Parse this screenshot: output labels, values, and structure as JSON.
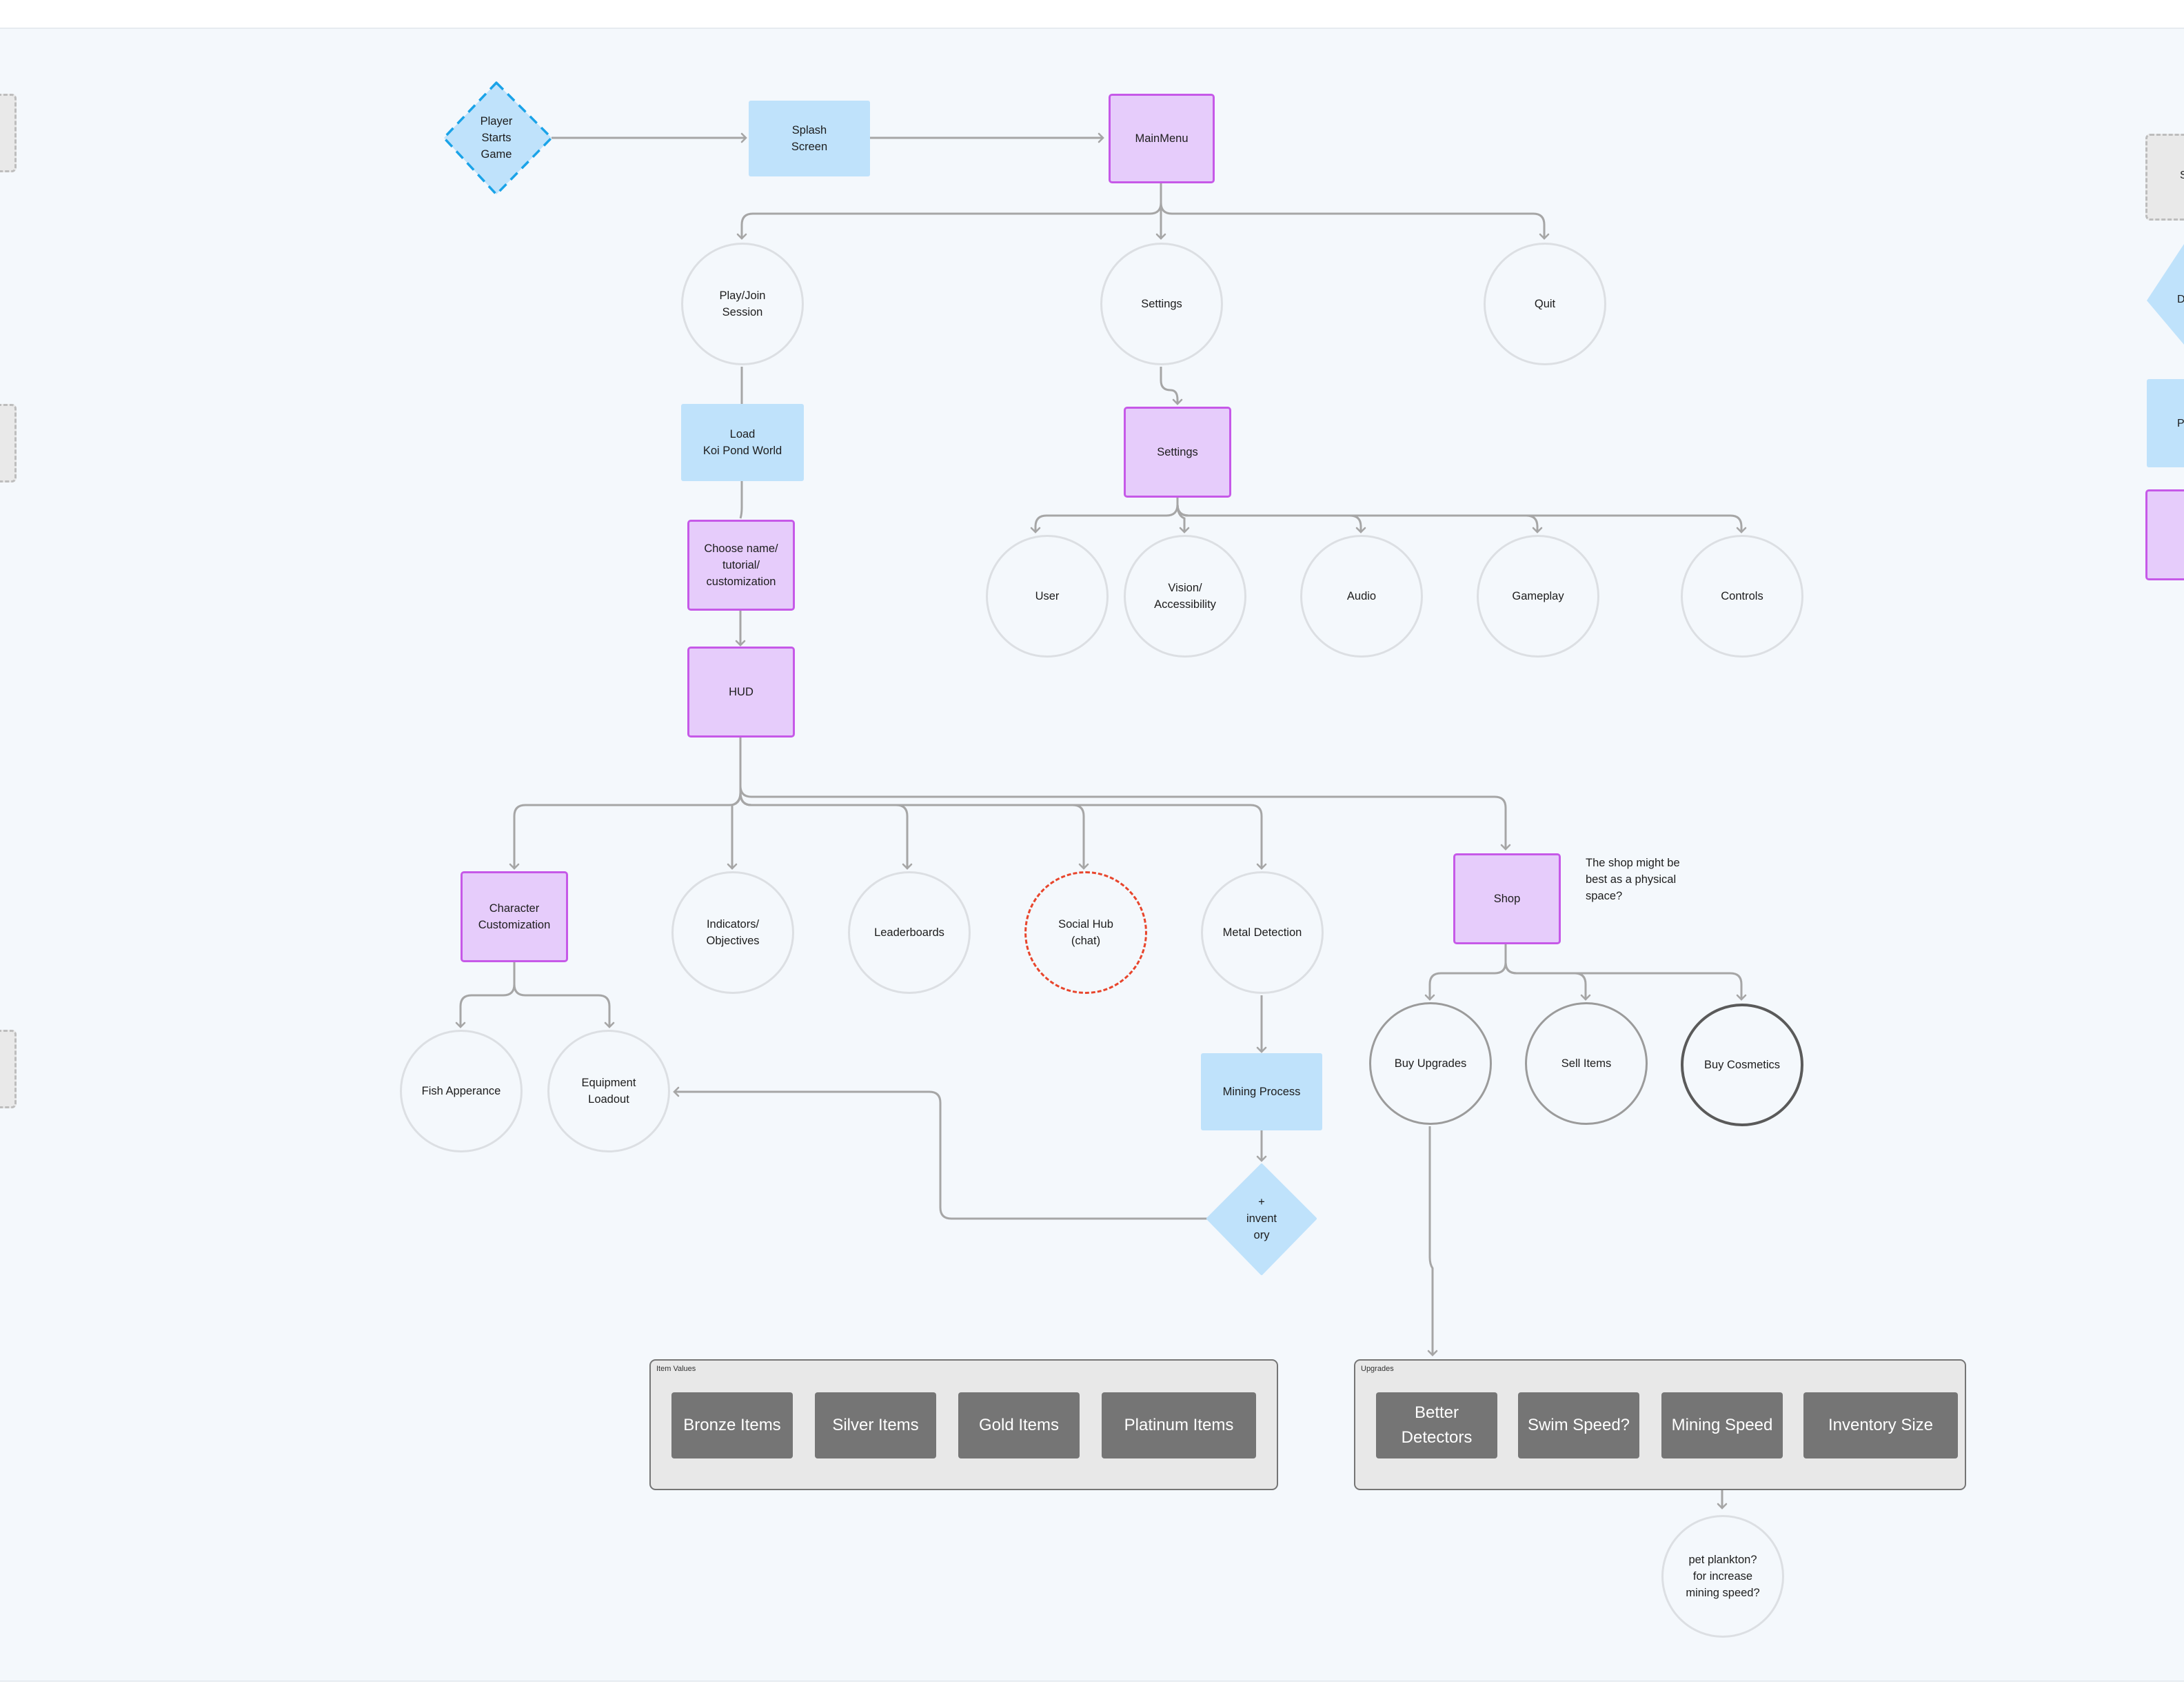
{
  "nodes": {
    "player_starts": "Player\nStarts\nGame",
    "splash": "Splash\nScreen",
    "mainmenu": "MainMenu",
    "play_join": "Play/Join\nSession",
    "settings_circle": "Settings",
    "quit": "Quit",
    "load_world": "Load\nKoi Pond World",
    "settings_box": "Settings",
    "user": "User",
    "vision": "Vision/\nAccessibility",
    "audio": "Audio",
    "gameplay": "Gameplay",
    "controls": "Controls",
    "choose_name": "Choose name/\ntutorial/\ncustomization",
    "hud": "HUD",
    "char_custom": "Character\nCustomization",
    "indicators": "Indicators/\nObjectives",
    "leaderboards": "Leaderboards",
    "social_hub": "Social Hub\n(chat)",
    "metal_detection": "Metal Detection",
    "shop": "Shop",
    "fish_appearance": "Fish Apperance",
    "equipment": "Equipment\nLoadout",
    "mining_process": "Mining Process",
    "inventory": "+\ninvent\nory",
    "buy_upgrades": "Buy Upgrades",
    "sell_items": "Sell Items",
    "buy_cosmetics": "Buy Cosmetics",
    "pet_plankton": "pet plankton?\nfor increase\nmining speed?"
  },
  "notes": {
    "shop_note": "The shop might be\nbest as a physical\nspace?"
  },
  "groups": {
    "item_values": {
      "label": "Item Values",
      "items": [
        "Bronze Items",
        "Silver Items",
        "Gold Items",
        "Platinum Items"
      ]
    },
    "upgrades": {
      "label": "Upgrades",
      "items": [
        "Better\nDetectors",
        "Swim Speed?",
        "Mining Speed",
        "Inventory Size"
      ]
    }
  },
  "right_edge": {
    "labels": [
      "S",
      "D",
      "P"
    ]
  },
  "colors": {
    "blue_fill": "#bfe2fb",
    "blue_border": "#1aa3e8",
    "purple_fill": "#e6ccfb",
    "purple_border": "#c659e8",
    "connector": "#a6a6a6",
    "social_hub_dash": "#e8452c",
    "dark_button": "#757575"
  }
}
